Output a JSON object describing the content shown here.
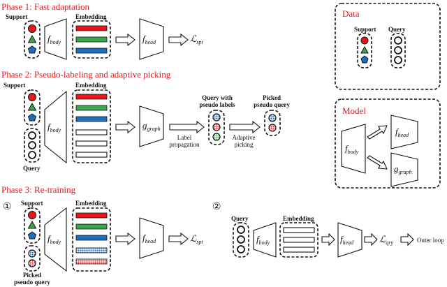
{
  "phases": {
    "p1": "Phase 1: Fast adaptation",
    "p2": "Phase 2: Pseudo-labeling and adaptive picking",
    "p3": "Phase 3: Re-training"
  },
  "labels": {
    "support": "Support",
    "embedding": "Embedding",
    "query": "Query",
    "query_with_pseudo": [
      "Query with",
      "pseudo labels"
    ],
    "picked_pseudo_query_top": [
      "Picked",
      "pseudo query"
    ],
    "picked_pseudo_query_bottom": [
      "Picked",
      "pseudo query"
    ],
    "label_propagation": [
      "Label",
      "propagation"
    ],
    "adaptive_picking": [
      "Adaptive",
      "picking"
    ],
    "outer_loop": "Outer loop",
    "data_title": "Data",
    "model_title": "Model",
    "step1": "①",
    "step2": "②"
  },
  "symbols": {
    "f": "f",
    "g": "g",
    "L": "ℒ",
    "body": "body",
    "head": "head",
    "graph": "graph",
    "spt": "spt",
    "qry": "qry"
  },
  "colors": {
    "red": "#e8171d",
    "green": "#3ca54a",
    "blue": "#1f6fc0",
    "phase_title": "#e8171d"
  }
}
